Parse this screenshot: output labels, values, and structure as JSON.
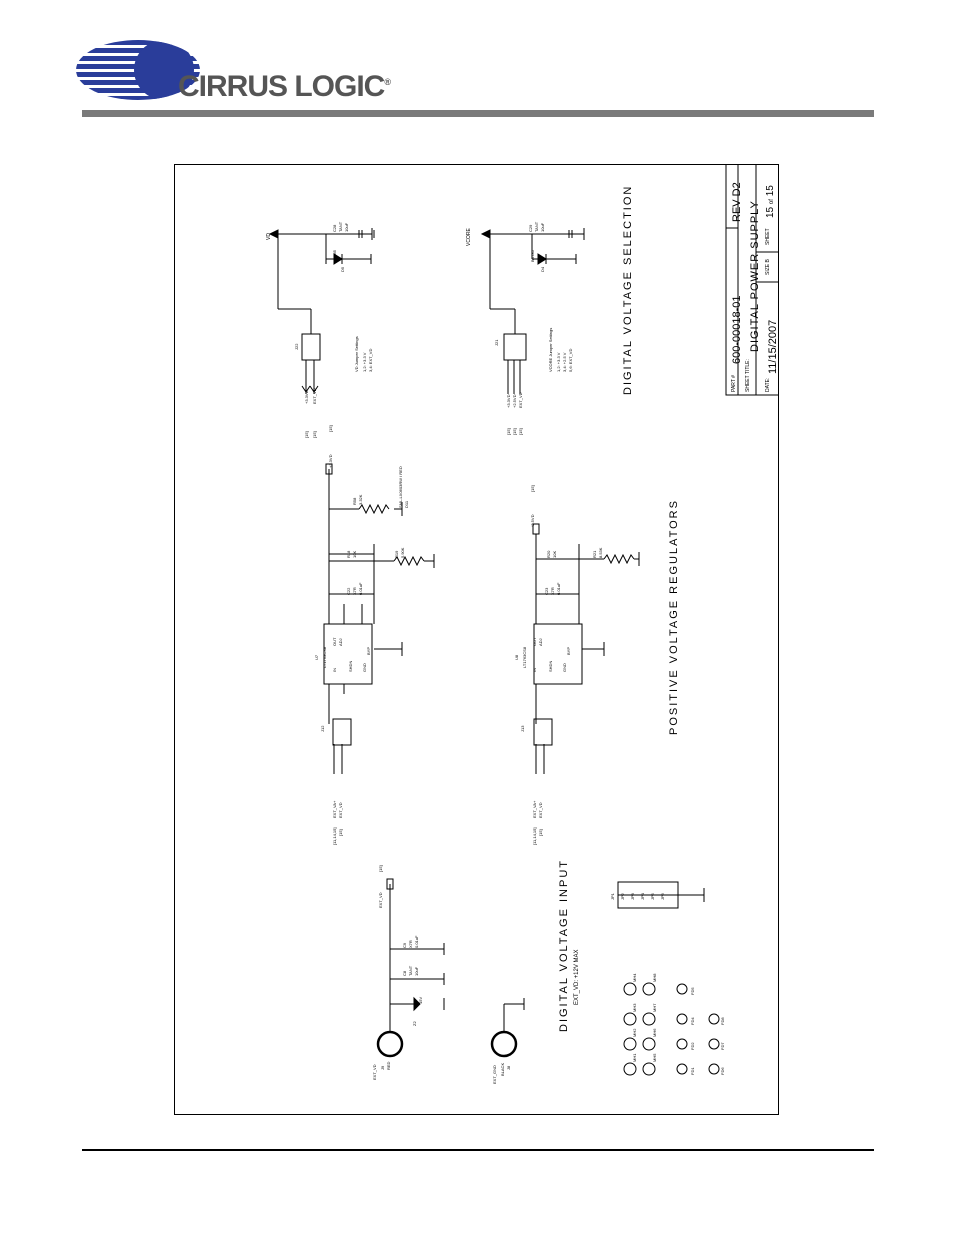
{
  "header": {
    "company": "CIRRUS LOGIC",
    "reg_mark": "®"
  },
  "title_block": {
    "part_label": "PART #",
    "part_number": "600-00018-01",
    "rev": "REV D2",
    "sheet_title_label": "SHEET TITLE:",
    "sheet_title": "DIGITAL POWER SUPPLY",
    "date_label": "DATE:",
    "date": "11/15/2007",
    "size_label": "SIZE B",
    "sheet_label": "SHEET",
    "sheet_num": "15",
    "sheet_of": "of",
    "sheet_total": "15"
  },
  "sections": {
    "digital_voltage_selection": "DIGITAL VOLTAGE SELECTION",
    "positive_voltage_regulators": "POSITIVE VOLTAGE REGULATORS",
    "digital_voltage_input": "DIGITAL VOLTAGE INPUT",
    "input_note": "EXT_VD: +12V MAX"
  },
  "selection": {
    "vd_net": "VD",
    "vcore_net": "VCORE",
    "j22": "J22",
    "j21": "J21",
    "c28": "C28",
    "c28_type": "TANT",
    "c28_val": "10uF",
    "c29": "C29",
    "c29_type": "TANT",
    "c29_val": "10uF",
    "d5": "D5",
    "d4": "D4",
    "bat85": "BAT85",
    "vd_jumper_title": "VD Jumper Settings",
    "vd_j1": "1,2: +3.3 V",
    "vd_j2": "3,4: EXT_VD",
    "vcore_jumper_title": "VCORE Jumper Settings",
    "vcore_j1": "1,2: +3.3 V",
    "vcore_j2": "3,4: +2.5 V",
    "vcore_j3": "5,6: EXT_VD",
    "j22_in1": "+3.3VD",
    "j22_in2": "EXT_VD",
    "j21_in1": "+3.3VD",
    "j21_in2": "+2.5VD",
    "j21_in3": "EXT_VD",
    "ref15": "[15]"
  },
  "regulators": {
    "u7": "U7",
    "u8": "U8",
    "part": "LT1763CS8",
    "pin_in": "IN",
    "pin_out": "OUT",
    "pin_adj": "ADJ",
    "pin_shdn": "SHDN",
    "pin_gnd": "GND",
    "pin_byp": "BYP",
    "r18": "R18",
    "r18_val": "10K",
    "r19": "R19",
    "r19_val": "5.90K",
    "r58": "R58",
    "r58_val": "3.32K",
    "r20": "R20",
    "r20_val": "10K",
    "r21": "R21",
    "r21_val": "8.53K",
    "c22": "C22",
    "c23": "C23",
    "cap_type": "X7R",
    "cap_val": "0.01uF",
    "d11": "D11",
    "d11_part": "SML-LX0603RW / RED",
    "out_33": "+3.3VD",
    "out_25": "+2.5VD",
    "j12": "J12",
    "j13": "J13",
    "in_va": "EXT_VA+",
    "in_vd": "EXT_VD",
    "ref_in": "[11,14,15]",
    "ref15": "[15]"
  },
  "input": {
    "j9": "J9",
    "j9_net": "EXT_VD",
    "j9_color": "RED",
    "j8": "J8",
    "j8_net": "EXT_GND",
    "j8_color": "BLACK",
    "z2": "Z2",
    "z2_val": "15V",
    "c8": "C8",
    "c8_type": "TANT",
    "c8_val": "10uF",
    "c9": "C9",
    "c9_type": "X7R",
    "c9_val": "0.01uF",
    "out_net": "EXT_VD",
    "ref15": "[15]",
    "jp1": "JP1",
    "jps": [
      "JP2",
      "JP3",
      "JP4",
      "JP5",
      "JP6"
    ],
    "mh_row1": [
      "MH1",
      "MH2",
      "MH3",
      "MH4"
    ],
    "mh_row2": [
      "MH5",
      "MH6",
      "MH7",
      "MH8"
    ],
    "fd_row1": [
      "FD1",
      "FD2",
      "FD4",
      "FD5"
    ],
    "fd_row2": [
      "FD6",
      "FD7",
      "FD8"
    ]
  }
}
